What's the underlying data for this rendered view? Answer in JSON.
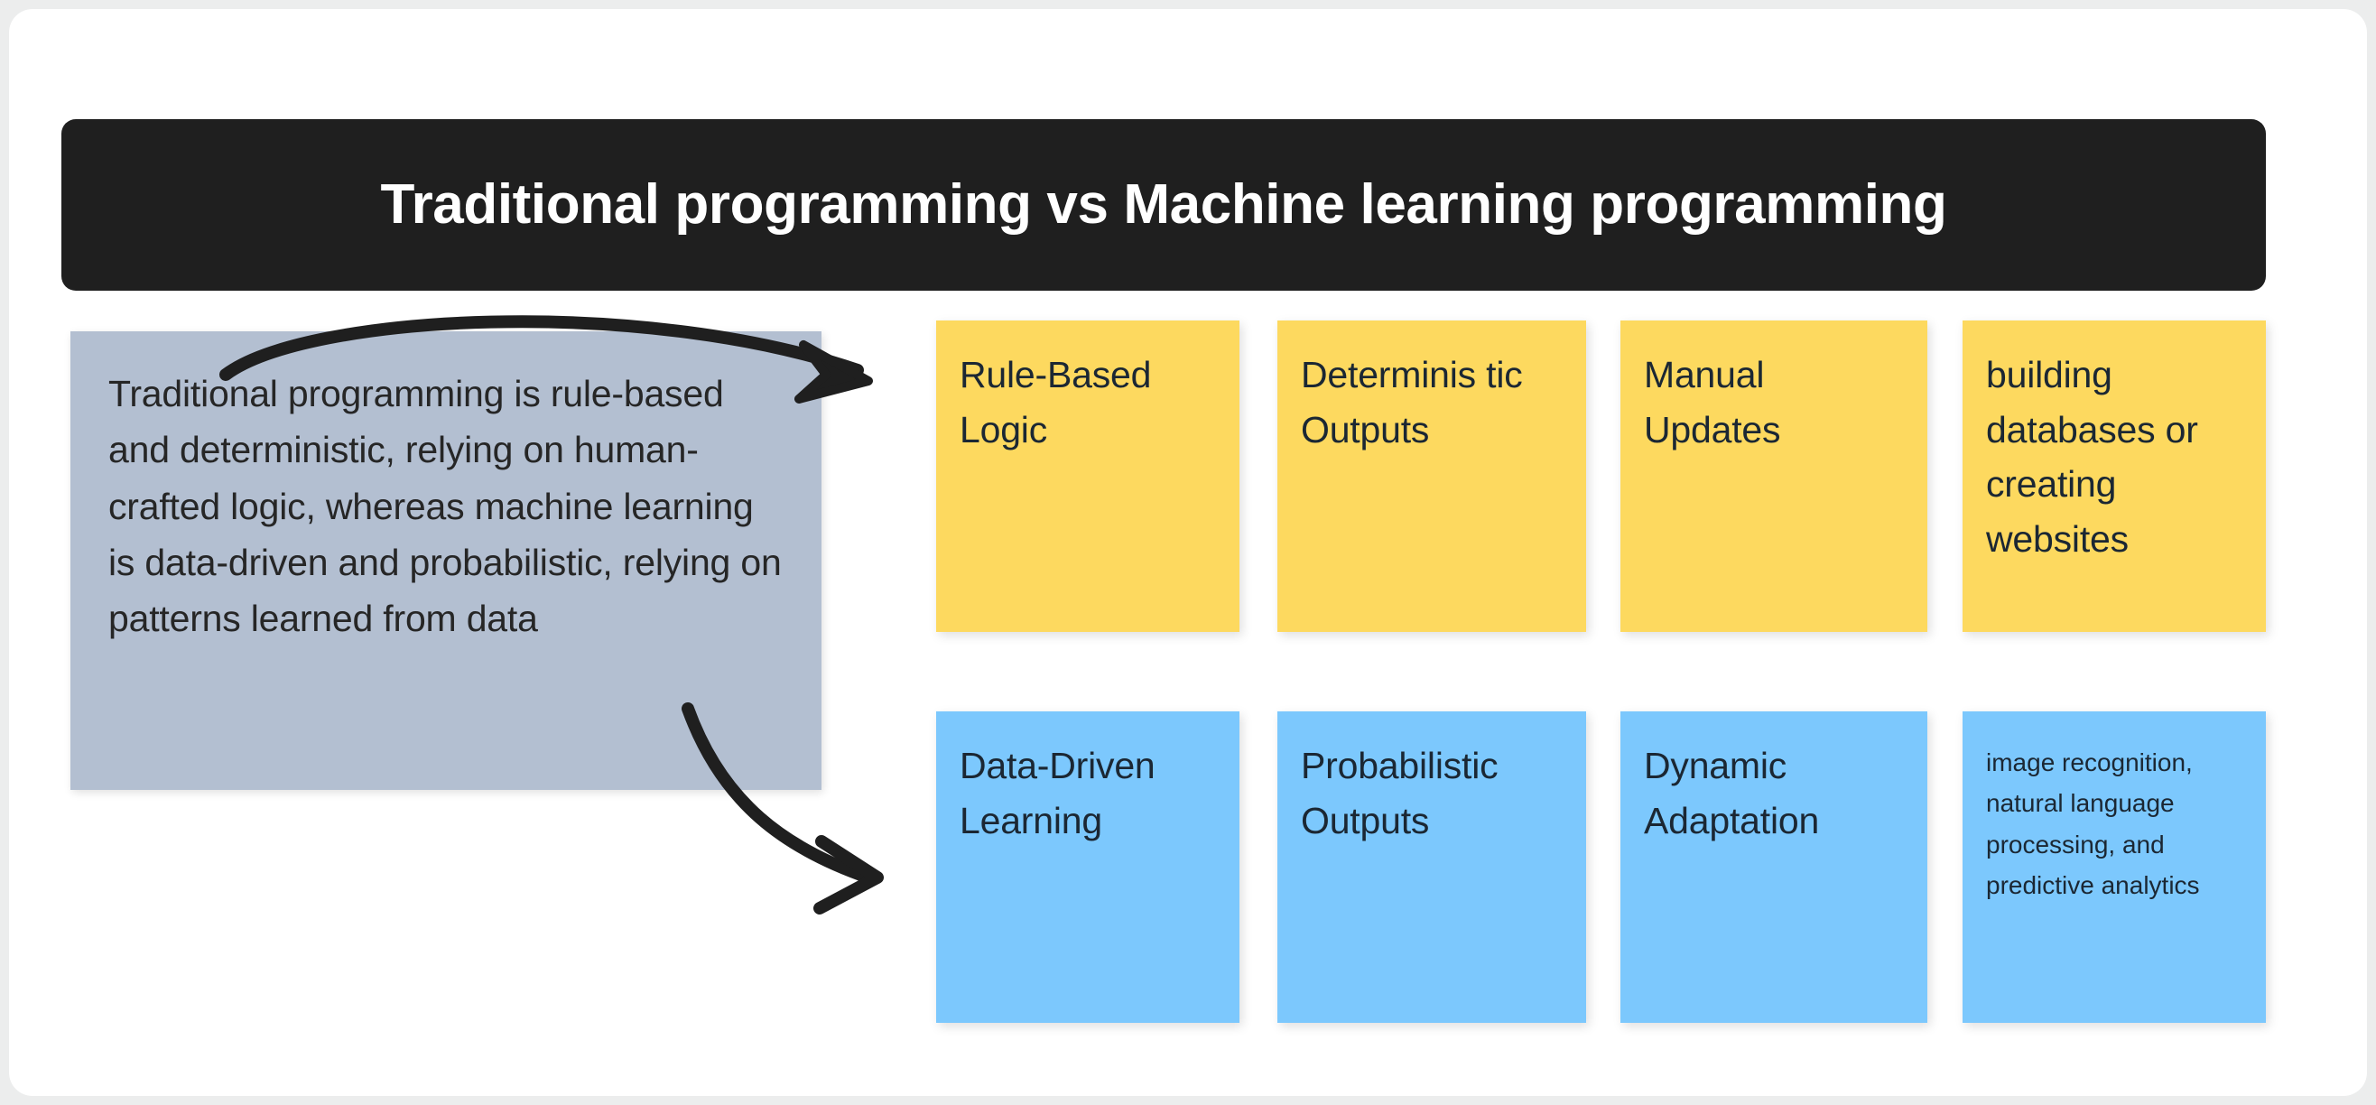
{
  "title": {
    "text": "Traditional programming vs Machine learning programming"
  },
  "description": {
    "text": "Traditional programming is rule-based and deterministic, relying on human-crafted logic, whereas machine learning is data-driven and probabilistic, relying on patterns learned from data"
  },
  "colors": {
    "title_bar_bg": "#1f1f1f",
    "title_text": "#ffffff",
    "description_bg": "#b3bfd1",
    "traditional_card_bg": "#fdd95f",
    "ml_card_bg": "#7cc8fd",
    "card_text": "#1b2733",
    "arrow": "#1f1f1f",
    "page_bg": "#ffffff",
    "frame_bg": "#eceded"
  },
  "rows": [
    {
      "name": "traditional-programming-row",
      "color_key": "traditional_card_bg",
      "cards": [
        {
          "label": "Rule-Based Logic",
          "size": "large"
        },
        {
          "label": "Determinis tic Outputs",
          "size": "large"
        },
        {
          "label": "Manual Updates",
          "size": "large"
        },
        {
          "label": "building databases or creating websites",
          "size": "large"
        }
      ]
    },
    {
      "name": "machine-learning-row",
      "color_key": "ml_card_bg",
      "cards": [
        {
          "label": "Data-Driven Learning",
          "size": "large"
        },
        {
          "label": "Probabilistic Outputs",
          "size": "large"
        },
        {
          "label": "Dynamic Adaptation",
          "size": "large"
        },
        {
          "label": "image recognition, natural language processing, and predictive analytics",
          "size": "small"
        }
      ]
    }
  ],
  "arrows": [
    {
      "name": "arrow-to-traditional-row",
      "style": "curved-up-right",
      "icon": "arrow-icon"
    },
    {
      "name": "arrow-to-machine-learning-row",
      "style": "curved-down-right",
      "icon": "arrow-icon"
    }
  ]
}
